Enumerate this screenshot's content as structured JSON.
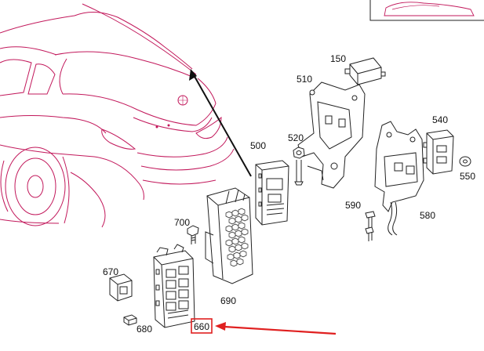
{
  "diagram": {
    "callouts": {
      "c150": "150",
      "c510": "510",
      "c520": "520",
      "c500": "500",
      "c540": "540",
      "c550": "550",
      "c590": "590",
      "c580": "580",
      "c700": "700",
      "c670": "670",
      "c690": "690",
      "c680": "680",
      "c660": "660"
    },
    "highlighted_callout": "660",
    "colors": {
      "car_outline": "#c2185b",
      "part_outline": "#222222",
      "highlight": "#e02020",
      "background": "#ffffff"
    },
    "icons": [
      "arrow-icon",
      "highlight-arrow-icon"
    ]
  }
}
